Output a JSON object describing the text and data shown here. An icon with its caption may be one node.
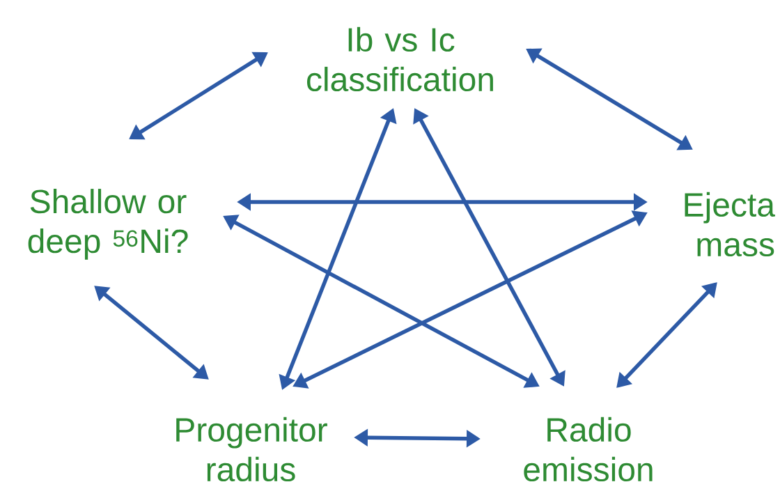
{
  "diagram": {
    "nodes": [
      {
        "text": [
          "Ib vs Ic classification"
        ]
      },
      {
        "text": [
          "Shallow or deep $^{56}$Ni?"
        ]
      },
      {
        "text": [
          "Ejecta mass"
        ]
      },
      {
        "text": [
          "Progenitor radius"
        ]
      },
      {
        "text": [
          "Radio emission"
        ]
      }
    ],
    "edges": [
      {
        "from": 0,
        "to": 1,
        "arrow": "both"
      },
      {
        "from": 0,
        "to": 2,
        "arrow": "both"
      },
      {
        "from": 1,
        "to": 2,
        "arrow": "both"
      },
      {
        "from": 1,
        "to": 4,
        "arrow": "both"
      },
      {
        "from": 2,
        "to": 3,
        "arrow": "both"
      },
      {
        "from": 0,
        "to": 3,
        "arrow": "both"
      },
      {
        "from": 0,
        "to": 4,
        "arrow": "both"
      },
      {
        "from": 1,
        "to": 3,
        "arrow": "both"
      },
      {
        "from": 2,
        "to": 4,
        "arrow": "both"
      },
      {
        "from": 3,
        "to": 4,
        "arrow": "both"
      }
    ]
  }
}
